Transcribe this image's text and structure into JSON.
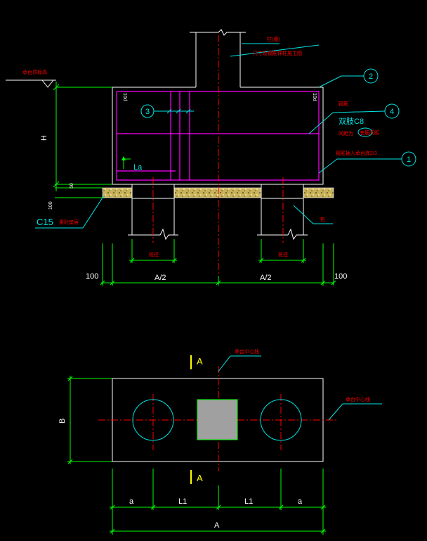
{
  "colors": {
    "background": "#000000",
    "outline": "#ffffff",
    "dimension": "#00ff00",
    "leader": "#00e5e5",
    "rebar": "#ff00ff",
    "centerline": "#ff0000",
    "gravel": "#e6d27a",
    "section_mark": "#ffff00",
    "column_fill": "#a0a0a0"
  },
  "section": {
    "column_label": "柱(墙)",
    "column_note": "尺寸及钢筋详柱施工图",
    "elevation_label": "承台顶标高",
    "height_label": "H",
    "dim_50": "50",
    "dim_100": "100",
    "pad_label": "C15",
    "pad_note": "素砼垫层",
    "rebar_label_left": "10d",
    "rebar_label_right": "10d",
    "anchor_label": "La",
    "stirrup_label": "箍筋",
    "stirrup_spec": "双肢C8",
    "spacing_note": "间距为",
    "spacing_value": "底筋间距",
    "bottom_note": "箍筋插入承台底2/3",
    "pile_label": "桩",
    "pile_dia_left": "桩径",
    "pile_dia_right": "桩径",
    "dim_left_100": "100",
    "dim_a2_left": "A/2",
    "dim_a2_right": "A/2",
    "dim_right_100": "100",
    "callout_1": "1",
    "callout_2": "2",
    "callout_3": "3",
    "callout_4": "4"
  },
  "plan": {
    "section_mark_top": "A",
    "section_mark_bottom": "A",
    "center_note_top": "承台中心线",
    "center_note_right": "承台中心线",
    "dim_b": "B",
    "dim_a_left": "a",
    "dim_l1_left": "L1",
    "dim_l1_right": "L1",
    "dim_a_right": "a",
    "dim_total": "A"
  }
}
